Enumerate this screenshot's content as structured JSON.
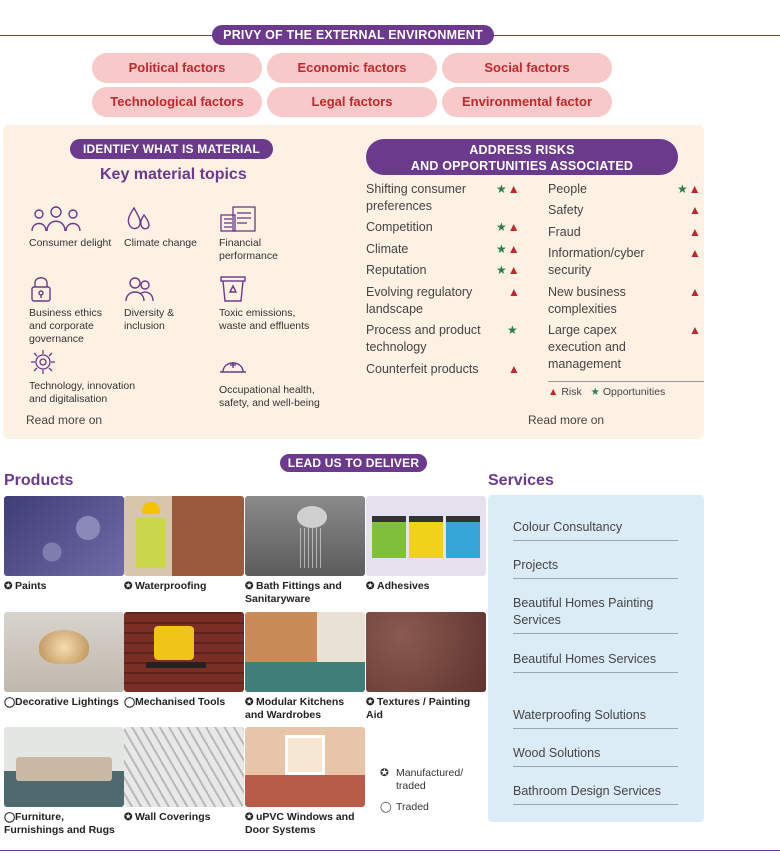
{
  "external": {
    "title": "PRIVY OF THE EXTERNAL ENVIRONMENT",
    "factors": [
      "Political factors",
      "Economic factors",
      "Social factors",
      "Technological factors",
      "Legal factors",
      "Environmental factor"
    ]
  },
  "material": {
    "title": "IDENTIFY WHAT IS MATERIAL",
    "heading": "Key material topics",
    "topics": [
      {
        "label": "Consumer delight",
        "icon": "people-icon"
      },
      {
        "label": "Climate change",
        "icon": "drops-icon"
      },
      {
        "label": "Financial performance",
        "icon": "finance-icon"
      },
      {
        "label": "Business ethics and corporate governance",
        "icon": "lock-icon"
      },
      {
        "label": "Diversity & inclusion",
        "icon": "diversity-icon"
      },
      {
        "label": "Toxic emissions, waste and effluents",
        "icon": "bin-icon"
      },
      {
        "label": "Technology, innovation and digitalisation",
        "icon": "chip-icon"
      },
      {
        "label": "Occupational health, safety, and well-being",
        "icon": "helmet-icon"
      }
    ],
    "read_more": "Read more on"
  },
  "risks": {
    "title_line1": "ADDRESS RISKS",
    "title_line2": "AND OPPORTUNITIES ASSOCIATED",
    "left": [
      {
        "label": "Shifting consumer preferences",
        "marks": "★▲"
      },
      {
        "label": "Competition",
        "marks": "★▲"
      },
      {
        "label": "Climate",
        "marks": "★▲"
      },
      {
        "label": "Reputation",
        "marks": "★▲"
      },
      {
        "label": "Evolving regulatory landscape",
        "marks": "▲"
      },
      {
        "label": "Process and product technology",
        "marks": "★"
      },
      {
        "label": "Counterfeit products",
        "marks": "▲"
      }
    ],
    "right": [
      {
        "label": "People",
        "marks": "★▲"
      },
      {
        "label": "Safety",
        "marks": "▲"
      },
      {
        "label": "Fraud",
        "marks": "▲"
      },
      {
        "label": "Information/cyber security",
        "marks": "▲"
      },
      {
        "label": "New business complexities",
        "marks": "▲"
      },
      {
        "label": "Large capex execution and management",
        "marks": "▲"
      }
    ],
    "legend_risk": "Risk",
    "legend_opp": "Opportunities",
    "read_more": "Read more on"
  },
  "deliver": {
    "title": "LEAD US TO DELIVER",
    "products_heading": "Products",
    "services_heading": "Services",
    "products": [
      {
        "label": "Paints",
        "mark": "✪"
      },
      {
        "label": "Waterproofing",
        "mark": "✪"
      },
      {
        "label": "Bath Fittings and Sanitaryware",
        "mark": "✪"
      },
      {
        "label": "Adhesives",
        "mark": "✪"
      },
      {
        "label": "Decorative Lightings",
        "mark": "◯"
      },
      {
        "label": "Mechanised Tools",
        "mark": "◯"
      },
      {
        "label": "Modular Kitchens and Wardrobes",
        "mark": "✪"
      },
      {
        "label": "Textures / Painting Aid",
        "mark": "✪"
      },
      {
        "label": "Furniture, Furnishings and Rugs",
        "mark": "◯"
      },
      {
        "label": "Wall Coverings",
        "mark": "✪"
      },
      {
        "label": "uPVC Windows and Door Systems",
        "mark": "✪"
      }
    ],
    "key_manufactured": "Manufactured/ traded",
    "key_traded": "Traded",
    "services": [
      "Colour Consultancy",
      "Projects",
      "Beautiful Homes Painting Services",
      "Beautiful Homes Services",
      "Waterproofing Solutions",
      "Wood Solutions",
      "Bathroom Design Services"
    ]
  },
  "colors": {
    "purple": "#6b3a8c",
    "pink": "#f7c9c9",
    "red": "#c0282d",
    "green": "#2e7d52",
    "cream": "#fdf1e4",
    "blue": "#dcecf7"
  }
}
